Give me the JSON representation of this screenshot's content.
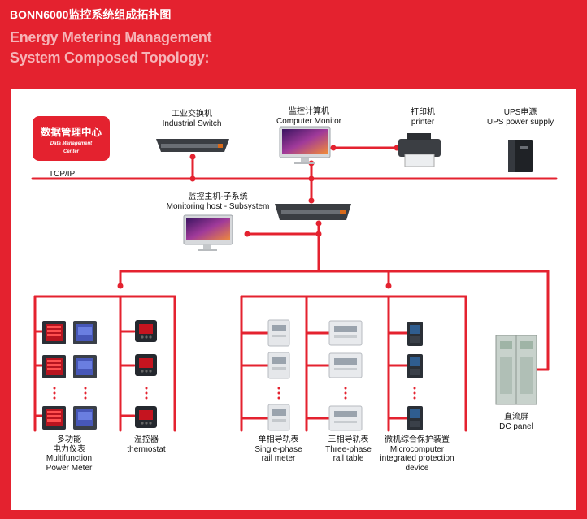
{
  "header": {
    "title": "BONN6000监控系统组成拓扑图",
    "subtitle_line1": "Energy Metering Management",
    "subtitle_line2": "System Composed Topology:"
  },
  "data_center": {
    "cn": "数据管理中心",
    "en_line1": "Data Management",
    "en_line2": "Center"
  },
  "bus_label": "TCP/IP",
  "nodes": {
    "switch": {
      "cn": "工业交换机",
      "en": "Industrial Switch"
    },
    "computer": {
      "cn": "监控计算机",
      "en": "Computer Monitor"
    },
    "printer": {
      "cn": "打印机",
      "en": "printer"
    },
    "ups": {
      "cn": "UPS电源",
      "en": "UPS power supply"
    },
    "host": {
      "cn": "监控主机-子系统",
      "en": "Monitoring host - Subsystem"
    }
  },
  "devices": {
    "meter": {
      "cn1": "多功能",
      "cn2": "电力仪表",
      "en1": "Multifunction",
      "en2": "Power Meter"
    },
    "thermostat": {
      "cn": "温控器",
      "en": "thermostat"
    },
    "single": {
      "cn": "单相导轨表",
      "en1": "Single-phase",
      "en2": "rail meter"
    },
    "three": {
      "cn": "三相导轨表",
      "en1": "Three-phase",
      "en2": "rail table"
    },
    "micro": {
      "cn": "微机综合保护装置",
      "en1": "Microcomputer",
      "en2": "integrated protection",
      "en3": "device"
    },
    "dc": {
      "cn": "直流屏",
      "en": "DC panel"
    }
  },
  "colors": {
    "background": "#e4222f",
    "line": "#e4222f",
    "panel": "#ffffff"
  }
}
